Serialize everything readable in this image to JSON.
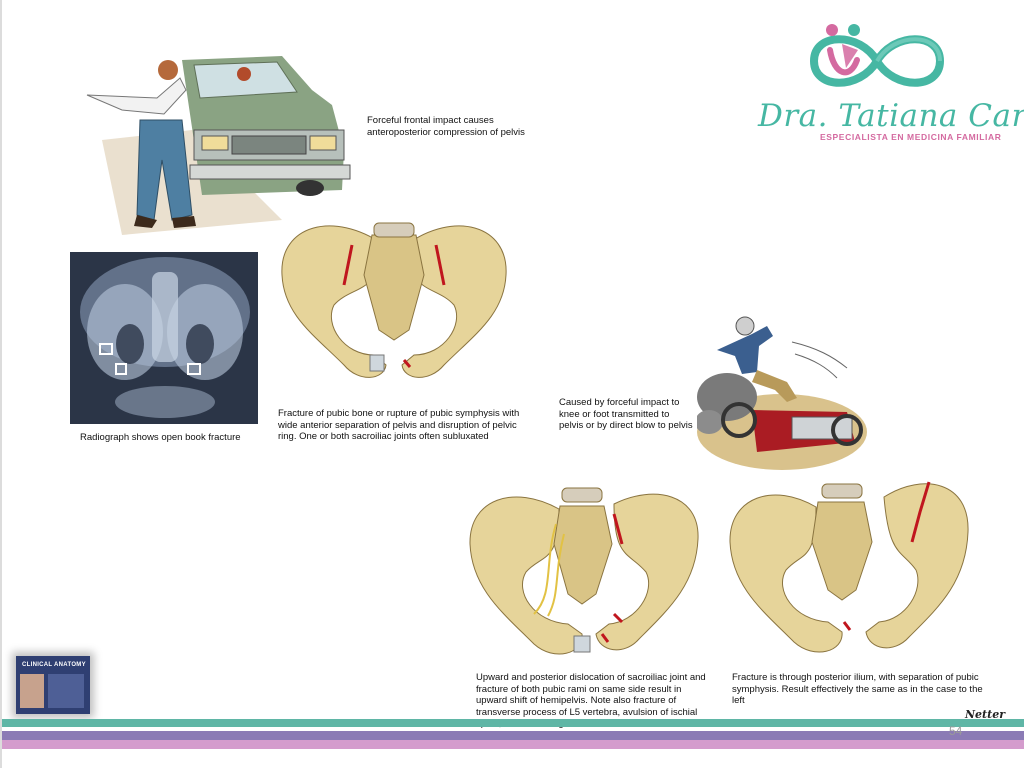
{
  "logo": {
    "title": "Dra. Tatiana Carles",
    "subtitle": "ESPECIALISTA EN MEDICINA FAMILIAR",
    "colors": {
      "teal": "#46b7a3",
      "pink": "#d46aa0"
    }
  },
  "captions": {
    "car_impact": "Forceful frontal impact causes anteroposterior compression of pelvis",
    "radiograph": "Radiograph shows open book fracture",
    "open_book": "Fracture of pubic bone or rupture of pubic symphysis with wide anterior separation of pelvis and disruption of pelvic ring.  One or both sacroiliac joints often subluxated",
    "motorcycle": "Caused by forceful impact to knee or foot transmitted to pelvis or by direct blow to pelvis",
    "dislocation": "Upward and posterior dislocation of sacroiliac joint and fracture of both pubic rami on same side result in upward shift of hemipelvis. Note also fracture of transverse process of L5 vertebra, avulsion of ischial spine, and stretching of sacral nerves",
    "ilium": "Fracture is through posterior ilium, with separation of pubic symphysis. Result effectively the same as in the case to the left"
  },
  "book": {
    "title": "CLINICAL ANATOMY"
  },
  "signature": "Netter",
  "footer": {
    "page_number": "54"
  },
  "colors": {
    "band_teal": "#5fb6a6",
    "band_purple": "#8b7bb5",
    "band_pink": "#d49ccd",
    "bone": "#e6d49a",
    "blood": "#c0161e"
  }
}
